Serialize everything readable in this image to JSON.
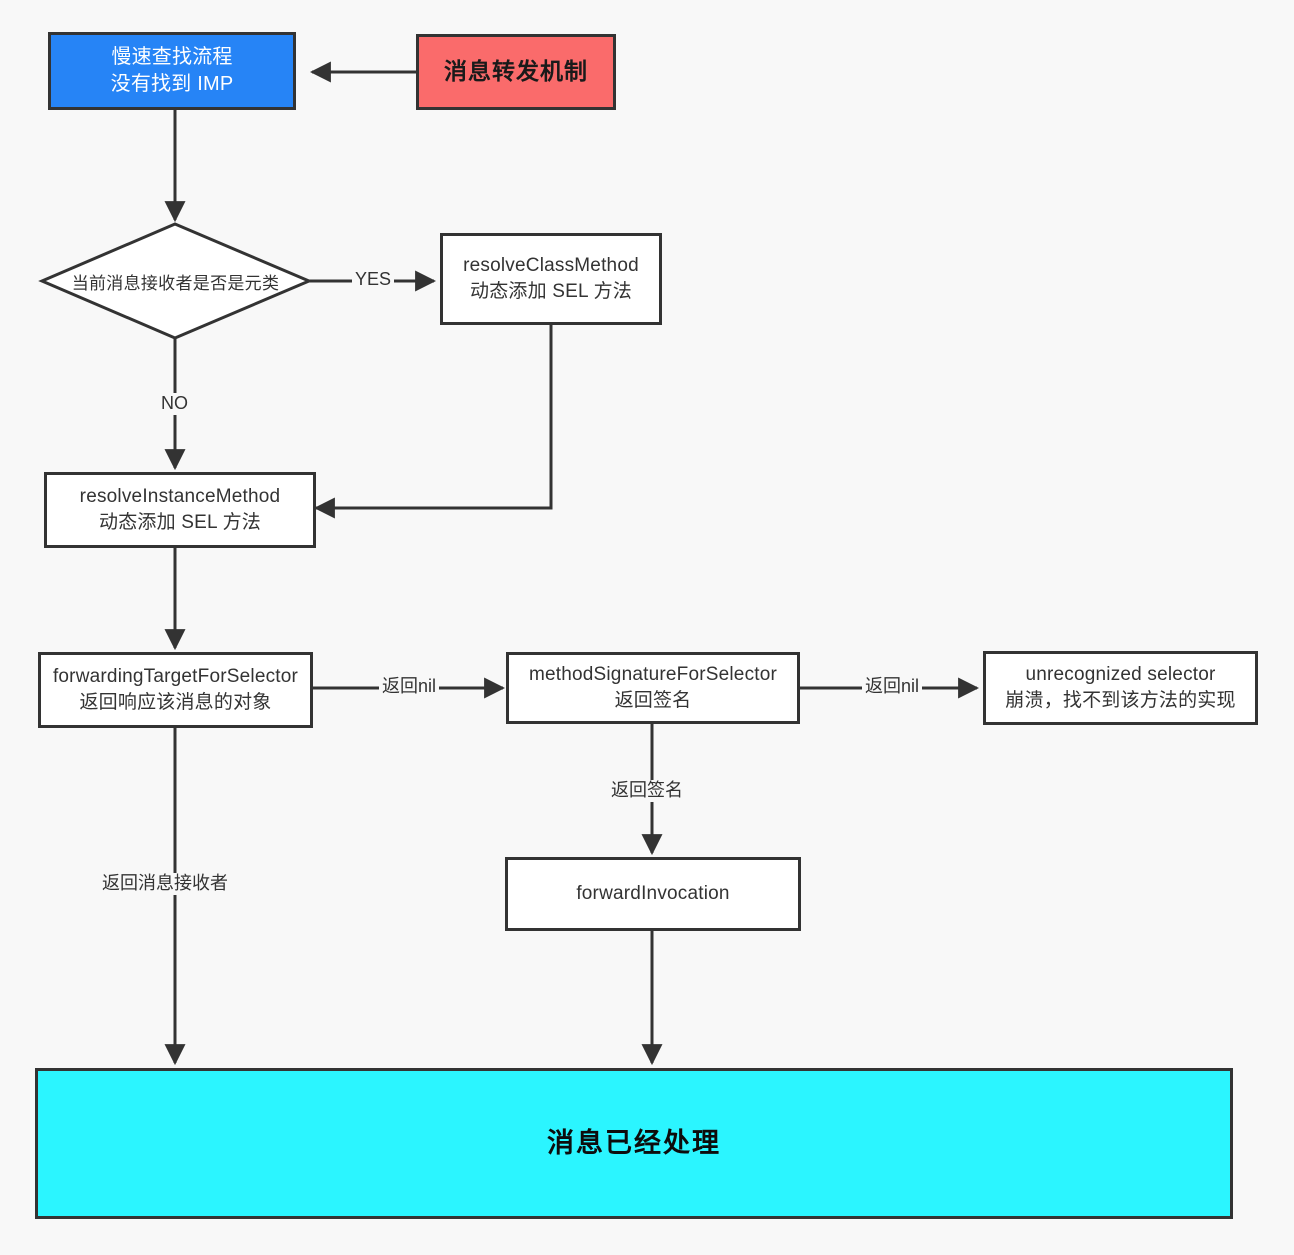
{
  "diagram": {
    "title": "消息转发机制",
    "background_color": "#f8f8f8",
    "stroke_color": "#333333"
  },
  "colors": {
    "blue": "#2684f6",
    "red": "#fa6b6b",
    "cyan": "#2bf5ff",
    "white": "#ffffff",
    "border": "#333333"
  },
  "nodes": {
    "entry": {
      "label": "慢速查找流程\n没有找到 IMP",
      "shape": "rect",
      "fill": "#2684f6"
    },
    "trigger": {
      "label": "消息转发机制",
      "shape": "rect",
      "fill": "#fa6b6b"
    },
    "decision": {
      "label": "当前消息接收者是否是元类",
      "shape": "diamond",
      "fill": "#ffffff"
    },
    "resolve_class": {
      "label": "resolveClassMethod\n动态添加 SEL 方法",
      "shape": "rect",
      "fill": "#ffffff"
    },
    "resolve_instance": {
      "label": "resolveInstanceMethod\n动态添加 SEL 方法",
      "shape": "rect",
      "fill": "#ffffff"
    },
    "forwarding_target": {
      "label": "forwardingTargetForSelector\n返回响应该消息的对象",
      "shape": "rect",
      "fill": "#ffffff"
    },
    "method_signature": {
      "label": "methodSignatureForSelector\n返回签名",
      "shape": "rect",
      "fill": "#ffffff"
    },
    "unrecognized": {
      "label": "unrecognized selector\n崩溃，找不到该方法的实现",
      "shape": "rect",
      "fill": "#ffffff"
    },
    "forward_invocation": {
      "label": "forwardInvocation",
      "shape": "rect",
      "fill": "#ffffff"
    },
    "handled": {
      "label": "消息已经处理",
      "shape": "rect",
      "fill": "#2bf5ff"
    }
  },
  "edge_labels": {
    "yes": "YES",
    "no": "NO",
    "return_nil_1": "返回nil",
    "return_nil_2": "返回nil",
    "return_signature": "返回签名",
    "return_receiver": "返回消息接收者"
  }
}
